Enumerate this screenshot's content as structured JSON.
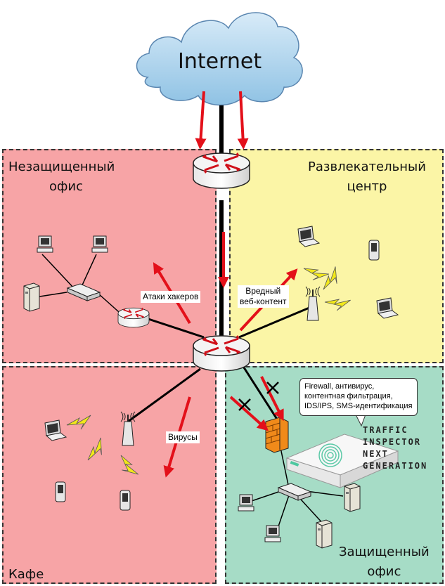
{
  "cloud": {
    "label": "Internet"
  },
  "zones": {
    "unprotected": {
      "label_line1": "Незащищенный",
      "label_line2": "офис",
      "color": "#f7a4a6"
    },
    "entertainment": {
      "label_line1": "Развлекательный",
      "label_line2": "центр",
      "color": "#fbf5a6"
    },
    "cafe": {
      "label": "Кафе",
      "color": "#f7a4a6"
    },
    "protected": {
      "label_line1": "Защищенный",
      "label_line2": "офис",
      "color": "#a6dcc6"
    }
  },
  "threats": {
    "hackers": "Атаки хакеров",
    "malicious_line1": "Вредный",
    "malicious_line2": "веб-контент",
    "viruses": "Вирусы"
  },
  "callout": {
    "line1": "Firewall, антивирус,",
    "line2": "контентная фильтрация,",
    "line3": "IDS/IPS, SMS-идентификация"
  },
  "brand": {
    "line1": "TRAFFIC",
    "line2": "INSPECTOR",
    "line3": "NEXT",
    "line4": "GENERATION"
  },
  "colors": {
    "threat": "#e3101a",
    "link": "#000000",
    "lightning": "#f2e81a"
  },
  "icons": [
    "cloud-icon",
    "router-icon",
    "switch-icon",
    "desktop-icon",
    "server-icon",
    "laptop-icon",
    "phone-icon",
    "access-point-icon",
    "firewall-icon",
    "appliance-icon",
    "fingerprint-icon",
    "blocked-icon"
  ]
}
